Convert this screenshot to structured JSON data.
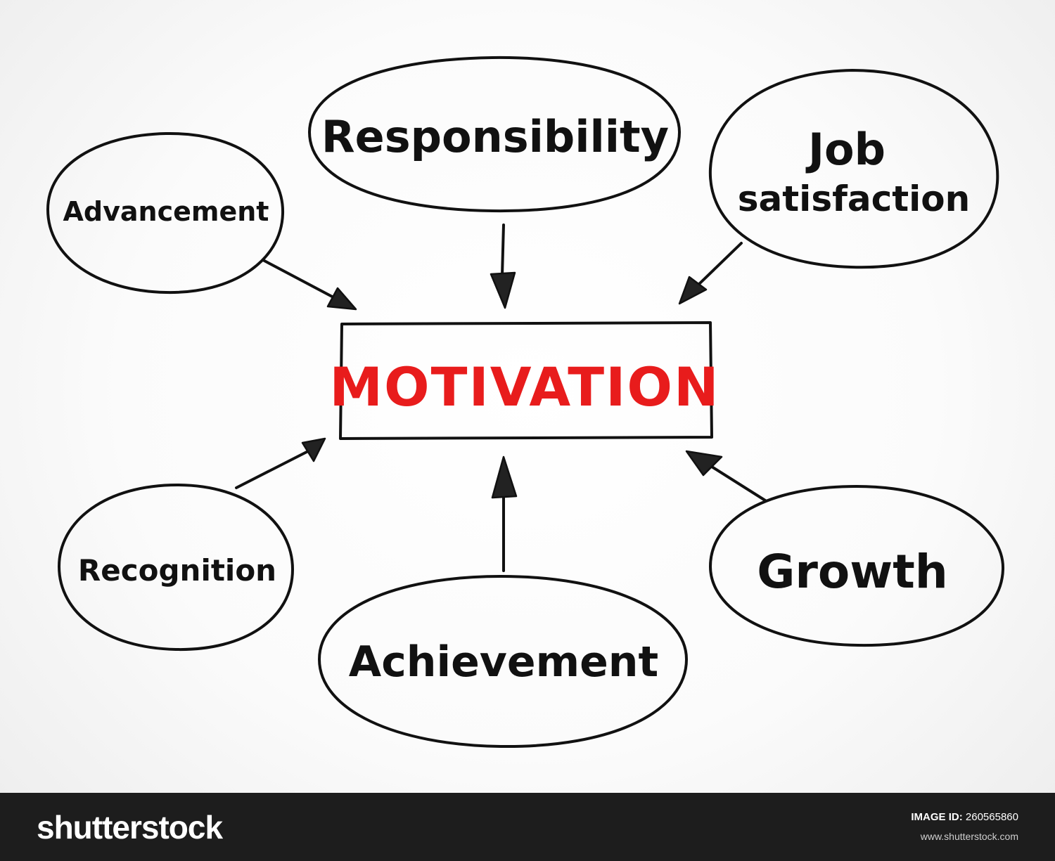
{
  "diagram": {
    "center": {
      "label": "MOTIVATION",
      "color": "#e81c1c"
    },
    "nodes": {
      "responsibility": "Responsibility",
      "job_line1": "Job",
      "job_line2": "satisfaction",
      "advancement": "Advancement",
      "recognition": "Recognition",
      "achievement": "Achievement",
      "growth": "Growth"
    }
  },
  "footer": {
    "brand": "shutterstock",
    "image_id_label": "IMAGE ID:",
    "image_id": "260565860",
    "site": "www.shutterstock.com"
  }
}
